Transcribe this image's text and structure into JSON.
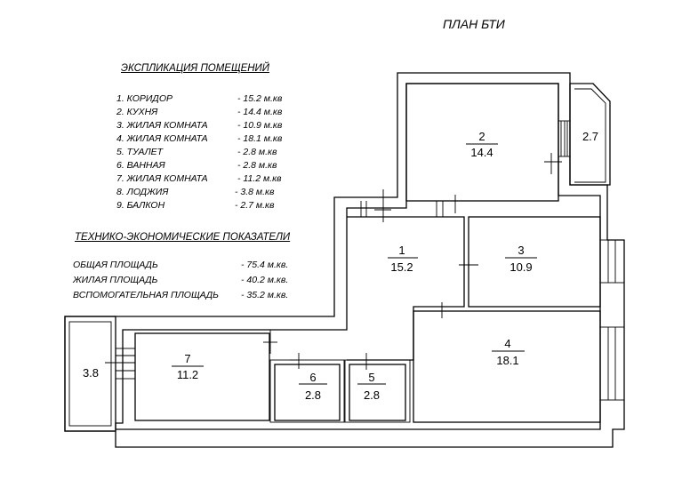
{
  "title": "ПЛАН БТИ",
  "explication": {
    "heading": "ЭКСПЛИКАЦИЯ ПОМЕЩЕНИЙ",
    "rows": [
      {
        "name": "1. КОРИДОР",
        "value": "- 15.2 м.кв"
      },
      {
        "name": "2. КУХНЯ",
        "value": "- 14.4 м.кв"
      },
      {
        "name": "3. ЖИЛАЯ КОМНАТА",
        "value": "- 10.9 м.кв"
      },
      {
        "name": "4. ЖИЛАЯ КОМНАТА",
        "value": "- 18.1 м.кв"
      },
      {
        "name": "5. ТУАЛЕТ",
        "value": "- 2.8 м.кв"
      },
      {
        "name": "6. ВАННАЯ",
        "value": "- 2.8 м.кв"
      },
      {
        "name": "7. ЖИЛАЯ КОМНАТА",
        "value": "- 11.2 м.кв"
      },
      {
        "name": "8. ЛОДЖИЯ",
        "value": "- 3.8 м.кв"
      },
      {
        "name": "9. БАЛКОН",
        "value": "- 2.7 м.кв"
      }
    ]
  },
  "indicators": {
    "heading": "ТЕХНИКО-ЭКОНОМИЧЕСКИЕ ПОКАЗАТЕЛИ",
    "rows": [
      {
        "name": "ОБЩАЯ ПЛОЩАДЬ",
        "value": "- 75.4 м.кв."
      },
      {
        "name": "ЖИЛАЯ ПЛОЩАДЬ",
        "value": "- 40.2 м.кв."
      },
      {
        "name": "ВСПОМОГАТЕЛЬНАЯ ПЛОЩАДЬ",
        "value": "- 35.2 м.кв."
      }
    ]
  },
  "plan": {
    "rooms": {
      "r1": {
        "num": "1",
        "area": "15.2"
      },
      "r2": {
        "num": "2",
        "area": "14.4"
      },
      "r3": {
        "num": "3",
        "area": "10.9"
      },
      "r4": {
        "num": "4",
        "area": "18.1"
      },
      "r5": {
        "num": "5",
        "area": "2.8"
      },
      "r6": {
        "num": "6",
        "area": "2.8"
      },
      "r7": {
        "num": "7",
        "area": "11.2"
      },
      "r8": {
        "area": "3.8"
      },
      "r9": {
        "area": "2.7"
      }
    }
  }
}
